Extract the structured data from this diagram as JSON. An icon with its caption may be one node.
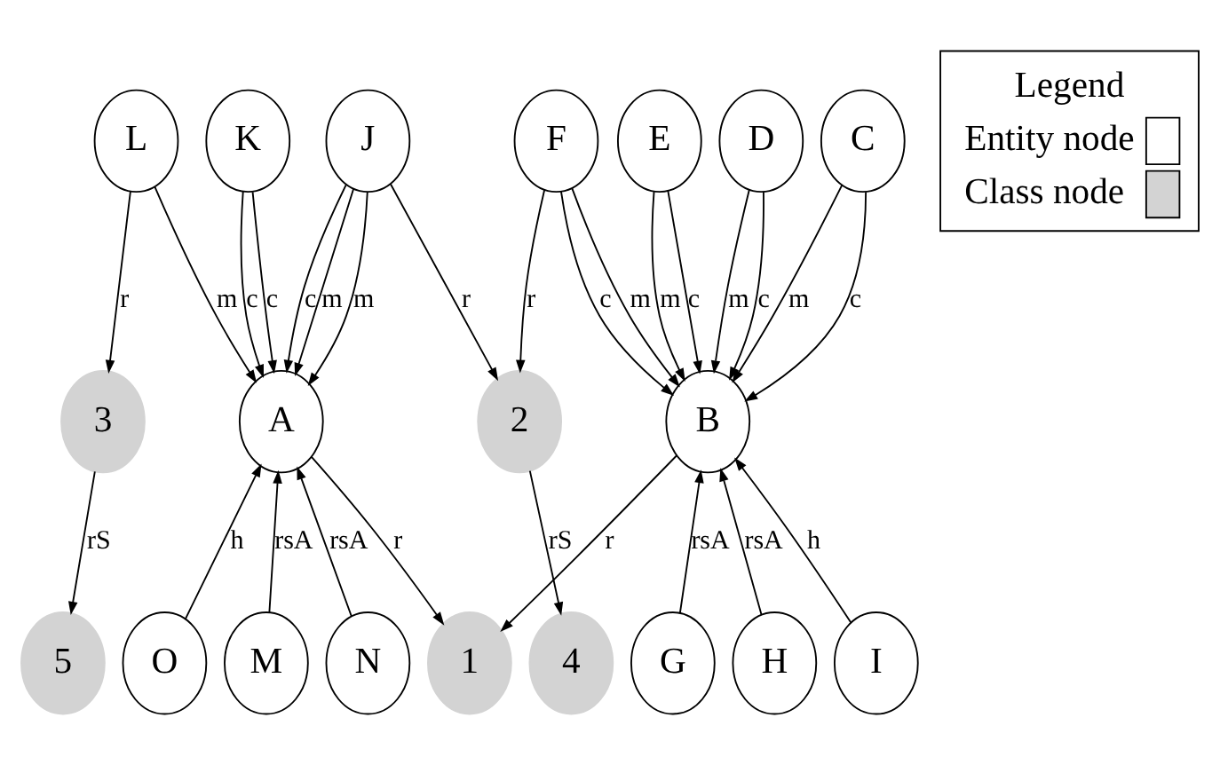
{
  "diagram": {
    "nodes": [
      {
        "text": [
          "L"
        ]
      },
      {
        "text": [
          "K"
        ]
      },
      {
        "text": [
          "J"
        ]
      },
      {
        "text": [
          "F"
        ]
      },
      {
        "text": [
          "E"
        ]
      },
      {
        "text": [
          "D"
        ]
      },
      {
        "text": [
          "C"
        ]
      },
      {
        "text": [
          "3"
        ]
      },
      {
        "text": [
          "A"
        ]
      },
      {
        "text": [
          "2"
        ]
      },
      {
        "text": [
          "B"
        ]
      },
      {
        "text": [
          "5"
        ]
      },
      {
        "text": [
          "N"
        ]
      },
      {
        "text": [
          "O"
        ]
      },
      {
        "text": [
          "M"
        ]
      },
      {
        "text": [
          "1"
        ]
      },
      {
        "text": [
          "4"
        ]
      },
      {
        "text": [
          "G"
        ]
      },
      {
        "text": [
          "H"
        ]
      },
      {
        "text": [
          "I"
        ]
      }
    ],
    "edges": [
      {
        "from": 0,
        "to": 7,
        "arrow": "to",
        "label": "r"
      },
      {
        "from": 0,
        "to": 8,
        "arrow": "to",
        "label": "m"
      },
      {
        "from": 1,
        "to": 8,
        "arrow": "to",
        "label": "c"
      },
      {
        "from": 1,
        "to": 8,
        "arrow": "to",
        "label": "c"
      },
      {
        "from": 2,
        "to": 8,
        "arrow": "to",
        "label": "m"
      },
      {
        "from": 2,
        "to": 8,
        "arrow": "to",
        "label": "m"
      },
      {
        "from": 2,
        "to": 8,
        "arrow": "to",
        "label": "c"
      },
      {
        "from": 2,
        "to": 9,
        "arrow": "to",
        "label": "r"
      },
      {
        "from": 3,
        "to": 9,
        "arrow": "to",
        "label": "r"
      },
      {
        "from": 3,
        "to": 10,
        "arrow": "to",
        "label": "m"
      },
      {
        "from": 3,
        "to": 10,
        "arrow": "to",
        "label": "c"
      },
      {
        "from": 4,
        "to": 10,
        "arrow": "to",
        "label": "c"
      },
      {
        "from": 4,
        "to": 10,
        "arrow": "to",
        "label": "m"
      },
      {
        "from": 5,
        "to": 10,
        "arrow": "to",
        "label": "c"
      },
      {
        "from": 5,
        "to": 10,
        "arrow": "to",
        "label": "m"
      },
      {
        "from": 6,
        "to": 10,
        "arrow": "to",
        "label": "c"
      },
      {
        "from": 6,
        "to": 10,
        "arrow": "to",
        "label": "m"
      },
      {
        "from": 7,
        "to": 11,
        "arrow": "to",
        "label": "rS"
      },
      {
        "from": 12,
        "to": 8,
        "arrow": "to",
        "label": "rsA"
      },
      {
        "from": 13,
        "to": 8,
        "arrow": "to",
        "label": "h"
      },
      {
        "from": 14,
        "to": 8,
        "arrow": "to",
        "label": "rsA"
      },
      {
        "from": 8,
        "to": 15,
        "arrow": "to",
        "label": "r"
      },
      {
        "from": 9,
        "to": 16,
        "arrow": "to",
        "label": "rS"
      },
      {
        "from": 10,
        "to": 15,
        "arrow": "to",
        "label": "r"
      },
      {
        "from": 17,
        "to": 10,
        "arrow": "to",
        "label": "rsA"
      },
      {
        "from": 18,
        "to": 10,
        "arrow": "to",
        "label": "rsA"
      },
      {
        "from": 19,
        "to": 10,
        "arrow": "to",
        "label": "h"
      }
    ],
    "labels": [
      "Legend"
    ],
    "legend": [
      {
        "text": "Entity node",
        "color": "#ffffff"
      },
      {
        "text": "Class node",
        "color": "#d3d3d3"
      }
    ]
  }
}
